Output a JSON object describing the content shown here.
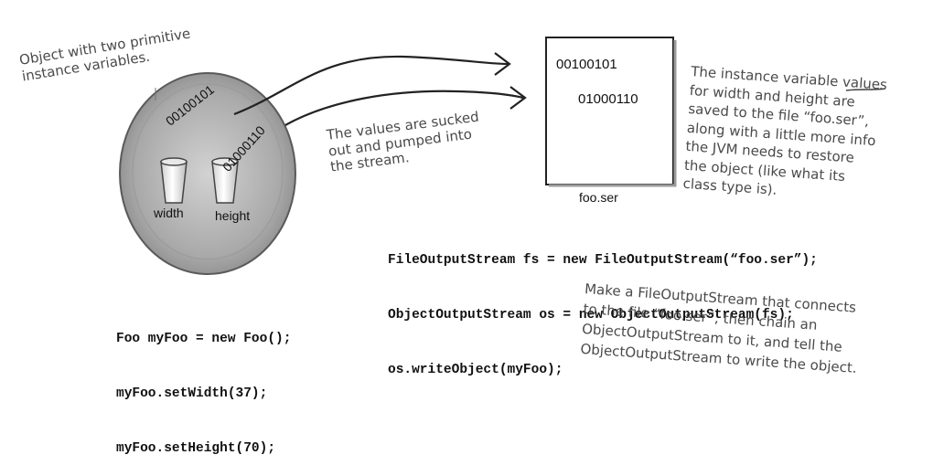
{
  "object_label": [
    "Object with two primitive",
    "instance variables."
  ],
  "object": {
    "width_label": "width",
    "height_label": "height",
    "width_bits": "00100101",
    "height_bits": "01000110"
  },
  "stream_note": [
    "The values are sucked",
    "out and pumped into",
    "the stream."
  ],
  "file": {
    "bits1": "00100101",
    "bits2": "01000110",
    "name": "foo.ser"
  },
  "file_note": [
    "The instance variable values",
    "for width and height are",
    "saved to the file “foo.ser”,",
    "along with a little more info",
    "the JVM needs to restore",
    "the object (like what its",
    "class type is)."
  ],
  "code_stream": [
    "FileOutputStream fs = new FileOutputStream(“foo.ser”);",
    "ObjectOutputStream os = new ObjectOutputStream(fs);",
    "os.writeObject(myFoo);"
  ],
  "code_foo": [
    "Foo myFoo = new Foo();",
    "myFoo.setWidth(37);",
    "myFoo.setHeight(70);"
  ],
  "stream_code_note": [
    "Make a FileOutputStream that connects",
    "to the file “foo.ser”, then chain an",
    "ObjectOutputStream to it, and tell the",
    "ObjectOutputStream to write the object."
  ]
}
